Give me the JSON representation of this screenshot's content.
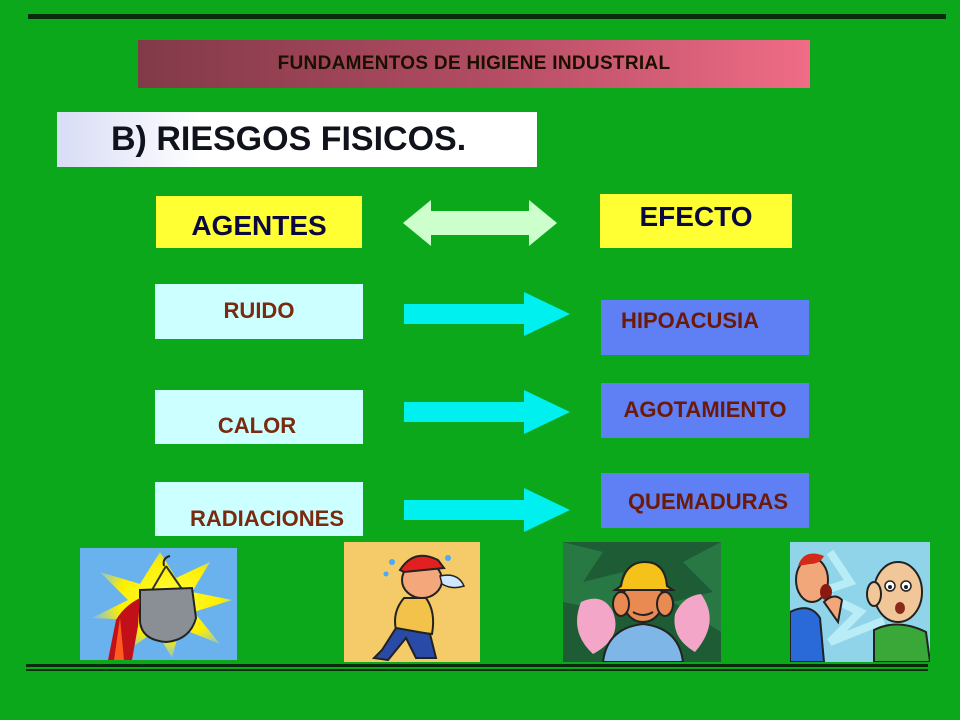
{
  "header": {
    "title": "FUNDAMENTOS DE HIGIENE INDUSTRIAL"
  },
  "section": {
    "title": "B) RIESGOS FISICOS."
  },
  "columns": {
    "agents": "AGENTES",
    "effect": "EFECTO"
  },
  "rows": [
    {
      "agent": "RUIDO",
      "effect": "HIPOACUSIA"
    },
    {
      "agent": "CALOR",
      "effect": "AGOTAMIENTO"
    },
    {
      "agent": "RADIACIONES",
      "effect": "QUEMADURAS"
    }
  ],
  "colors": {
    "background": "#0ba81c",
    "header_bar": "#b04b62",
    "column_box": "#ffff33",
    "agent_box": "#ccffff",
    "effect_box": "#5f7ff5",
    "arrow": "#00f0f0",
    "double_arrow": "#ccffcc"
  },
  "images": [
    {
      "icon": "molten-metal-ladle-icon"
    },
    {
      "icon": "sweating-worker-icon"
    },
    {
      "icon": "worker-covering-ears-icon"
    },
    {
      "icon": "people-shouting-icon"
    }
  ]
}
